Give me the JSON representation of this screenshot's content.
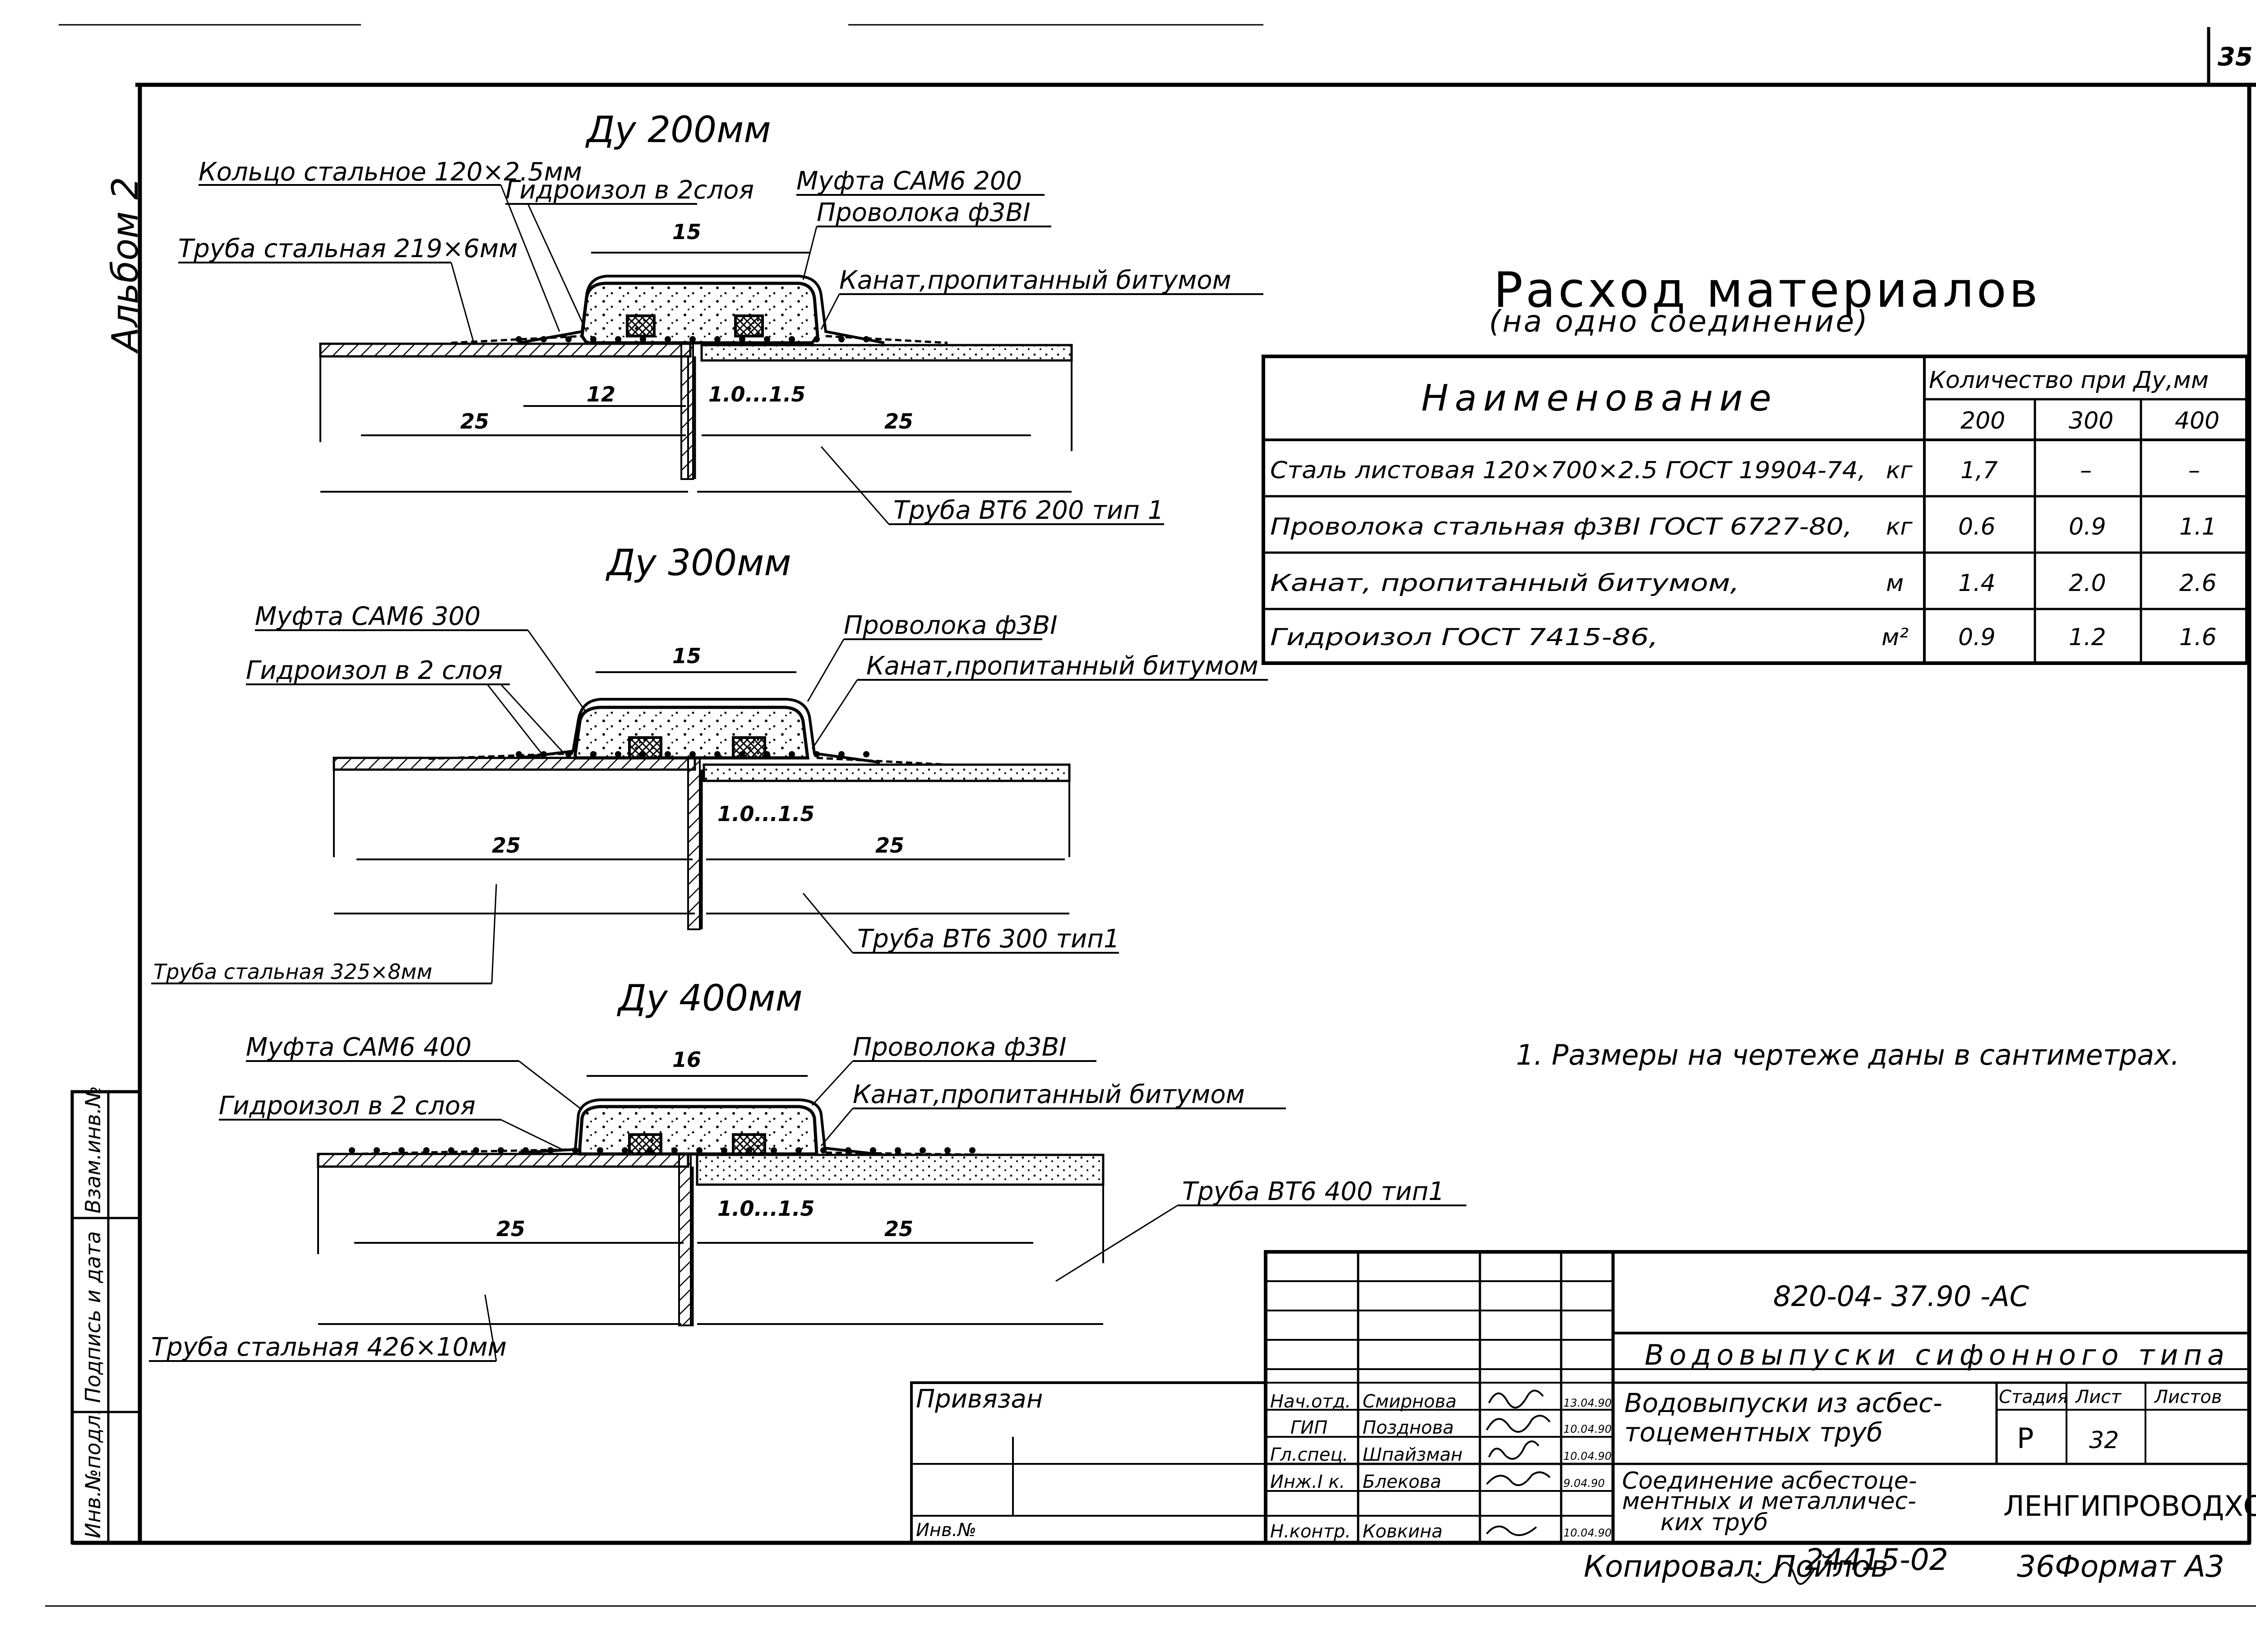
{
  "sheet": {
    "page_number": "35",
    "album_label": "Альбом 2",
    "note": "1. Размеры на чертеже даны в сантиметрах.",
    "copied_by": "Копировал: Пойлов",
    "order_number": "24415-02",
    "format": "36Формат А3"
  },
  "side_stamp": {
    "inv_podl": "Инв.№подл.",
    "podpis_data": "Подпись и дата",
    "vzam_inv": "Взам.инв.№"
  },
  "details": [
    {
      "title": "Ду 200мм",
      "labels": {
        "ring": "Кольцо стальное 120×2.5мм",
        "hydro": "Гидроизол в 2слоя",
        "coupling": "Муфта САМ6 200",
        "wire": "Проволока ф3ВI",
        "pipe_steel": "Труба стальная 219×6мм",
        "rope": "Канат,пропитанный битумом",
        "pipe_at": "Труба ВТ6 200 тип 1"
      },
      "dims": {
        "coupling_len": "15",
        "overlap": "12",
        "gap": "1.0...1.5",
        "left": "25",
        "right": "25"
      }
    },
    {
      "title": "Ду 300мм",
      "labels": {
        "coupling": "Муфта САМ6 300",
        "hydro": "Гидроизол в 2 слоя",
        "wire": "Проволока ф3ВI",
        "rope": "Канат,пропитанный битумом",
        "pipe_steel": "Труба стальная 325×8мм",
        "pipe_at": "Труба ВТ6 300 тип1"
      },
      "dims": {
        "coupling_len": "15",
        "gap": "1.0...1.5",
        "left": "25",
        "right": "25"
      }
    },
    {
      "title": "Ду 400мм",
      "labels": {
        "coupling": "Муфта САМ6 400",
        "hydro": "Гидроизол в 2 слоя",
        "wire": "Проволока ф3ВI",
        "rope": "Канат,пропитанный битумом",
        "pipe_at": "Труба ВТ6 400 тип1",
        "pipe_steel": "Труба стальная 426×10мм"
      },
      "dims": {
        "coupling_len": "16",
        "gap": "1.0...1.5",
        "left": "25",
        "right": "25"
      }
    }
  ],
  "materials": {
    "title": "Расход материалов",
    "subtitle": "(на одно соединение)",
    "col_name": "Наименование",
    "col_qty": "Количество при Ду,мм",
    "sizes": [
      "200",
      "300",
      "400"
    ],
    "rows": [
      {
        "name": "Сталь листовая 120×700×2.5 ГОСТ 19904-74,",
        "unit": "кг",
        "values": [
          "1,7",
          "–",
          "–"
        ]
      },
      {
        "name": "Проволока стальная ф3ВI ГОСТ 6727-80,",
        "unit": "кг",
        "values": [
          "0.6",
          "0.9",
          "1.1"
        ]
      },
      {
        "name": "Канат, пропитанный битумом,",
        "unit": "м",
        "values": [
          "1.4",
          "2.0",
          "2.6"
        ]
      },
      {
        "name": "Гидроизол ГОСТ 7415-86,",
        "unit": "м²",
        "values": [
          "0.9",
          "1.2",
          "1.6"
        ]
      }
    ]
  },
  "title_block": {
    "code": "820-04- 37.90 -АС",
    "project": "Водовыпуски сифонного типа",
    "section": "Водовыпуски из асбестоцементных труб",
    "section_lines": [
      "Водовыпуски из асбес-",
      "тоцементных труб"
    ],
    "drawing": "Соединение асбестоцементных и металлических труб",
    "drawing_lines": [
      "Соединение асбестоце-",
      "ментных и металличес-",
      "ких труб"
    ],
    "org": "ЛЕНГИПРОВОДХОЗ",
    "stage_h": "Стадия",
    "sheet_h": "Лист",
    "sheets_h": "Листов",
    "stage": "Р",
    "sheet": "32",
    "privyazan": "Привязан",
    "inv_no": "Инв.№",
    "staff": [
      {
        "role": "Нач.отд.",
        "name": "Смирнова",
        "date": "13.04.90"
      },
      {
        "role": "ГИП",
        "name": "Позднова",
        "date": "10.04.90"
      },
      {
        "role": "Гл.спец.",
        "name": "Шпайзман",
        "date": "10.04.90"
      },
      {
        "role": "Инж.I к.",
        "name": "Блекова",
        "date": "9.04.90"
      },
      {
        "role": "Н.контр.",
        "name": "Ковкина",
        "date": "10.04.90"
      }
    ]
  }
}
